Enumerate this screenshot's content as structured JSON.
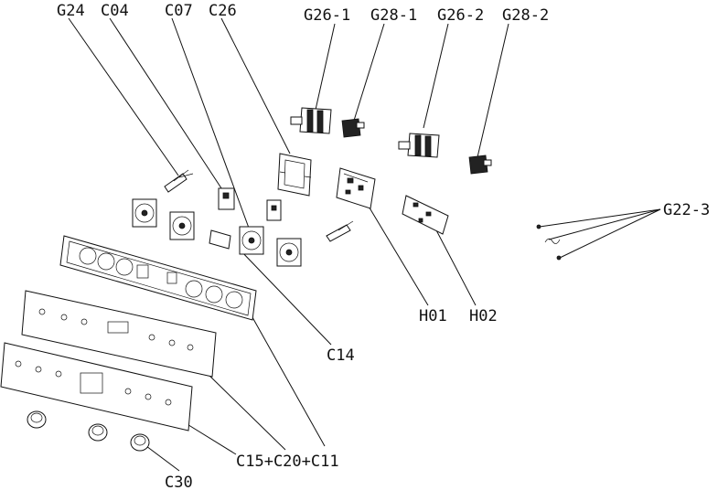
{
  "labels": {
    "g24": "G24",
    "c04": "C04",
    "c07": "C07",
    "c26": "C26",
    "g26_1": "G26-1",
    "g28_1": "G28-1",
    "g26_2": "G26-2",
    "g28_2": "G28-2",
    "g22_3": "G22-3",
    "h01": "H01",
    "h02": "H02",
    "c14": "C14",
    "c15_c20_c11": "C15+C20+C11",
    "c30": "C30"
  }
}
